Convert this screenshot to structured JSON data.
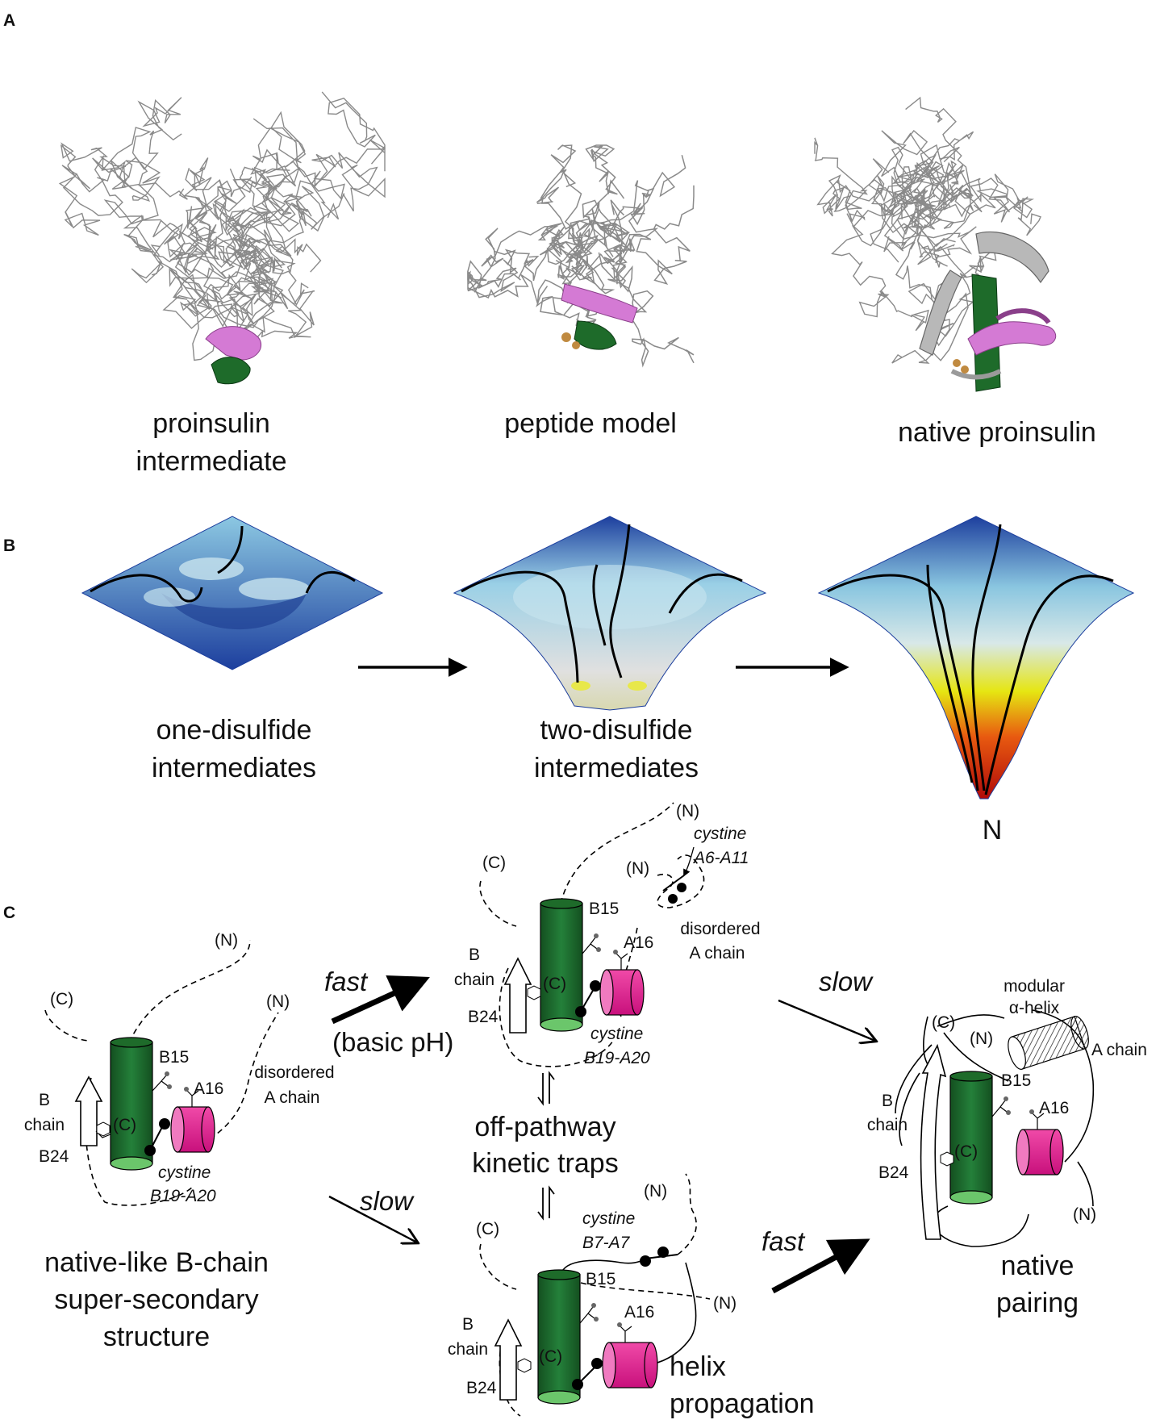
{
  "panels": {
    "a": "A",
    "b": "B",
    "c": "C"
  },
  "panel_a": {
    "left_line1": "proinsulin",
    "left_line2": "intermediate",
    "middle": "peptide model",
    "right": "native proinsulin"
  },
  "panel_b": {
    "left_line1": "one-disulfide",
    "left_line2": "intermediates",
    "middle_line1": "two-disulfide",
    "middle_line2": "intermediates",
    "right": "N"
  },
  "panel_c": {
    "left": {
      "C": "(C)",
      "N1": "(N)",
      "N2": "(N)",
      "Cinner": "(C)",
      "B15": "B15",
      "A16": "A16",
      "dis1": "disordered",
      "dis2": "A chain",
      "bchain1": "B",
      "bchain2": "chain",
      "B24": "B24",
      "cys1": "cystine",
      "cys2": "B19-A20",
      "cap1": "native-like B-chain",
      "cap2": "super-secondary",
      "cap3": "structure"
    },
    "top": {
      "C": "(C)",
      "N1": "(N)",
      "N2": "(N)",
      "Cinner": "(C)",
      "cysA1": "cystine",
      "cysA2": "A6-A11",
      "B15": "B15",
      "A16": "A16",
      "dis1": "disordered",
      "dis2": "A chain",
      "bchain1": "B",
      "bchain2": "chain",
      "B24": "B24",
      "cys1": "cystine",
      "cys2": "B19-A20"
    },
    "bottom": {
      "C": "(C)",
      "N1": "(N)",
      "N2": "(N)",
      "Cinner": "(C)",
      "cys1": "cystine",
      "cys2": "B7-A7",
      "B15": "B15",
      "A16": "A16",
      "bchain1": "B",
      "bchain2": "chain",
      "B24": "B24",
      "helix1": "helix",
      "helix2": "propagation"
    },
    "right": {
      "C": "(C)",
      "N1": "(N)",
      "N2": "(N)",
      "Cinner": "(C)",
      "mod1": "modular",
      "mod2": "α-helix",
      "achain": "A chain",
      "B15": "B15",
      "A16": "A16",
      "bchain1": "B",
      "bchain2": "chain",
      "B24": "B24",
      "cap1": "native",
      "cap2": "pairing"
    },
    "arrows": {
      "fast1": "fast",
      "basic": "(basic pH)",
      "slow1": "slow",
      "slow2": "slow",
      "fast2": "fast"
    },
    "traps1": "off-pathway",
    "traps2": "kinetic traps"
  },
  "colors": {
    "helix_green": "#1e6b2a",
    "helix_green_cap": "#6bc66b",
    "helix_magenta": "#e0148c",
    "helix_magenta_cap": "#f07ac0",
    "ribbon_pink": "#d47ad4",
    "trace_gray": "#8a8a8a",
    "landscape_blue": "#1d3f9e",
    "landscape_light": "#9ad0e6",
    "landscape_red": "#d01010",
    "landscape_yellow": "#e0e010"
  }
}
